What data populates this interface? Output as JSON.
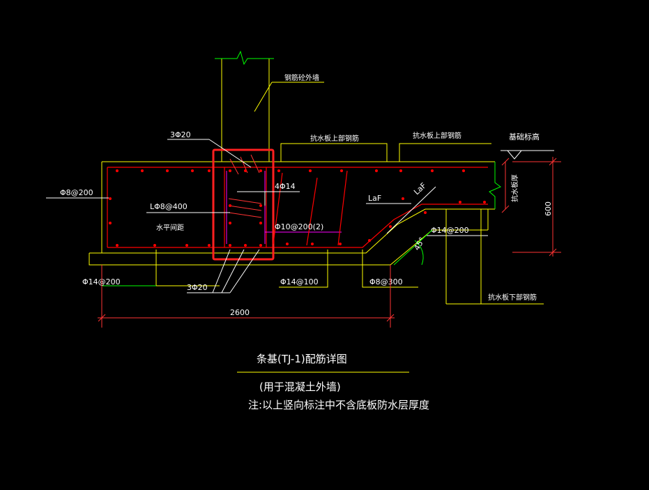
{
  "drawing": {
    "labels": {
      "wall": "钢筋砼外墙",
      "bar_3phi20_top": "3Φ20",
      "slab_top_rebar_1": "抗水板上部钢筋",
      "slab_top_rebar_2": "抗水板上部钢筋",
      "foundation_elevation": "基础标高",
      "slab_thickness": "抗水板厚",
      "phi8_200": "Φ8@200",
      "bar_4phi14": "4Φ14",
      "l_phi8_400": "LΦ8@400",
      "horizontal_spacing": "水平间距",
      "phi10_200_2": "Φ10@200(2)",
      "laf_1": "LaF",
      "laf_2": "LaF",
      "phi14_200_right": "Φ14@200",
      "angle": "45°",
      "dim_600": "600",
      "phi14_200_left": "Φ14@200",
      "bar_3phi20_bottom": "3Φ20",
      "phi14_100": "Φ14@100",
      "phi8_300": "Φ8@300",
      "slab_bottom_rebar": "抗水板下部钢筋",
      "dim_2600": "2600"
    },
    "title": "条基(TJ-1)配筋详图",
    "subtitle": "(用于混凝土外墙)",
    "note": "注:以上竖向标注中不含底板防水层厚度"
  },
  "colors": {
    "background": "#000000",
    "concrete_outline": "#ffff00",
    "rebar": "#ff0000",
    "leader": "#ffffff",
    "dim": "#ff3333",
    "highlight": "#ff2020",
    "stirrup": "#ff00ff",
    "green_leader": "#00ff00",
    "cyan": "#00ffff"
  }
}
